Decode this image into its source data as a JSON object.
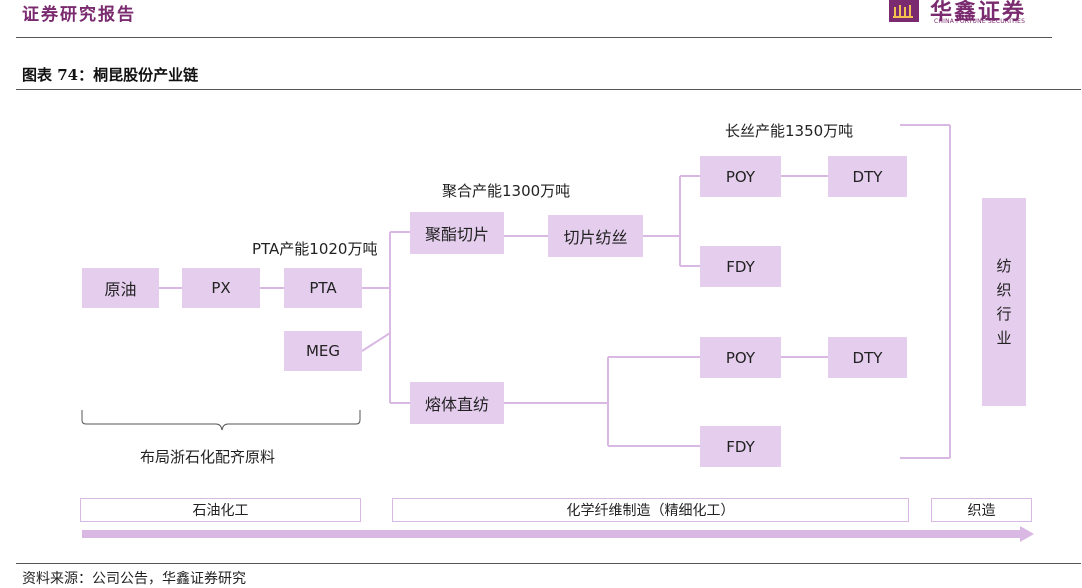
{
  "header": {
    "title": "证券研究报告",
    "logo_cn": "华鑫证券",
    "logo_en": "CHINA FORTUNE SECURITIES"
  },
  "figure": {
    "title": "图表 74：桐昆股份产业链"
  },
  "nodes": {
    "crude": "原油",
    "px": "PX",
    "pta": "PTA",
    "meg": "MEG",
    "chips": "聚酯切片",
    "chip_spin": "切片纺丝",
    "melt": "熔体直纺",
    "poy1": "POY",
    "dty1": "DTY",
    "fdy1": "FDY",
    "poy2": "POY",
    "dty2": "DTY",
    "fdy2": "FDY",
    "textile": [
      "纺",
      "织",
      "行",
      "业"
    ]
  },
  "captions": {
    "pta_capacity": "PTA产能1020万吨",
    "poly_capacity": "聚合产能1300万吨",
    "filament_capacity": "长丝产能1350万吨",
    "brace": "布局浙石化配齐原料"
  },
  "bands": {
    "petro": "石油化工",
    "chem": "化学纤维制造（精细化工）",
    "weave": "织造"
  },
  "colors": {
    "node_fill": "#e5cdee",
    "line": "#d9b8e4",
    "brand": "#7a2a6e"
  },
  "source": "资料来源：公司公告，华鑫证券研究"
}
